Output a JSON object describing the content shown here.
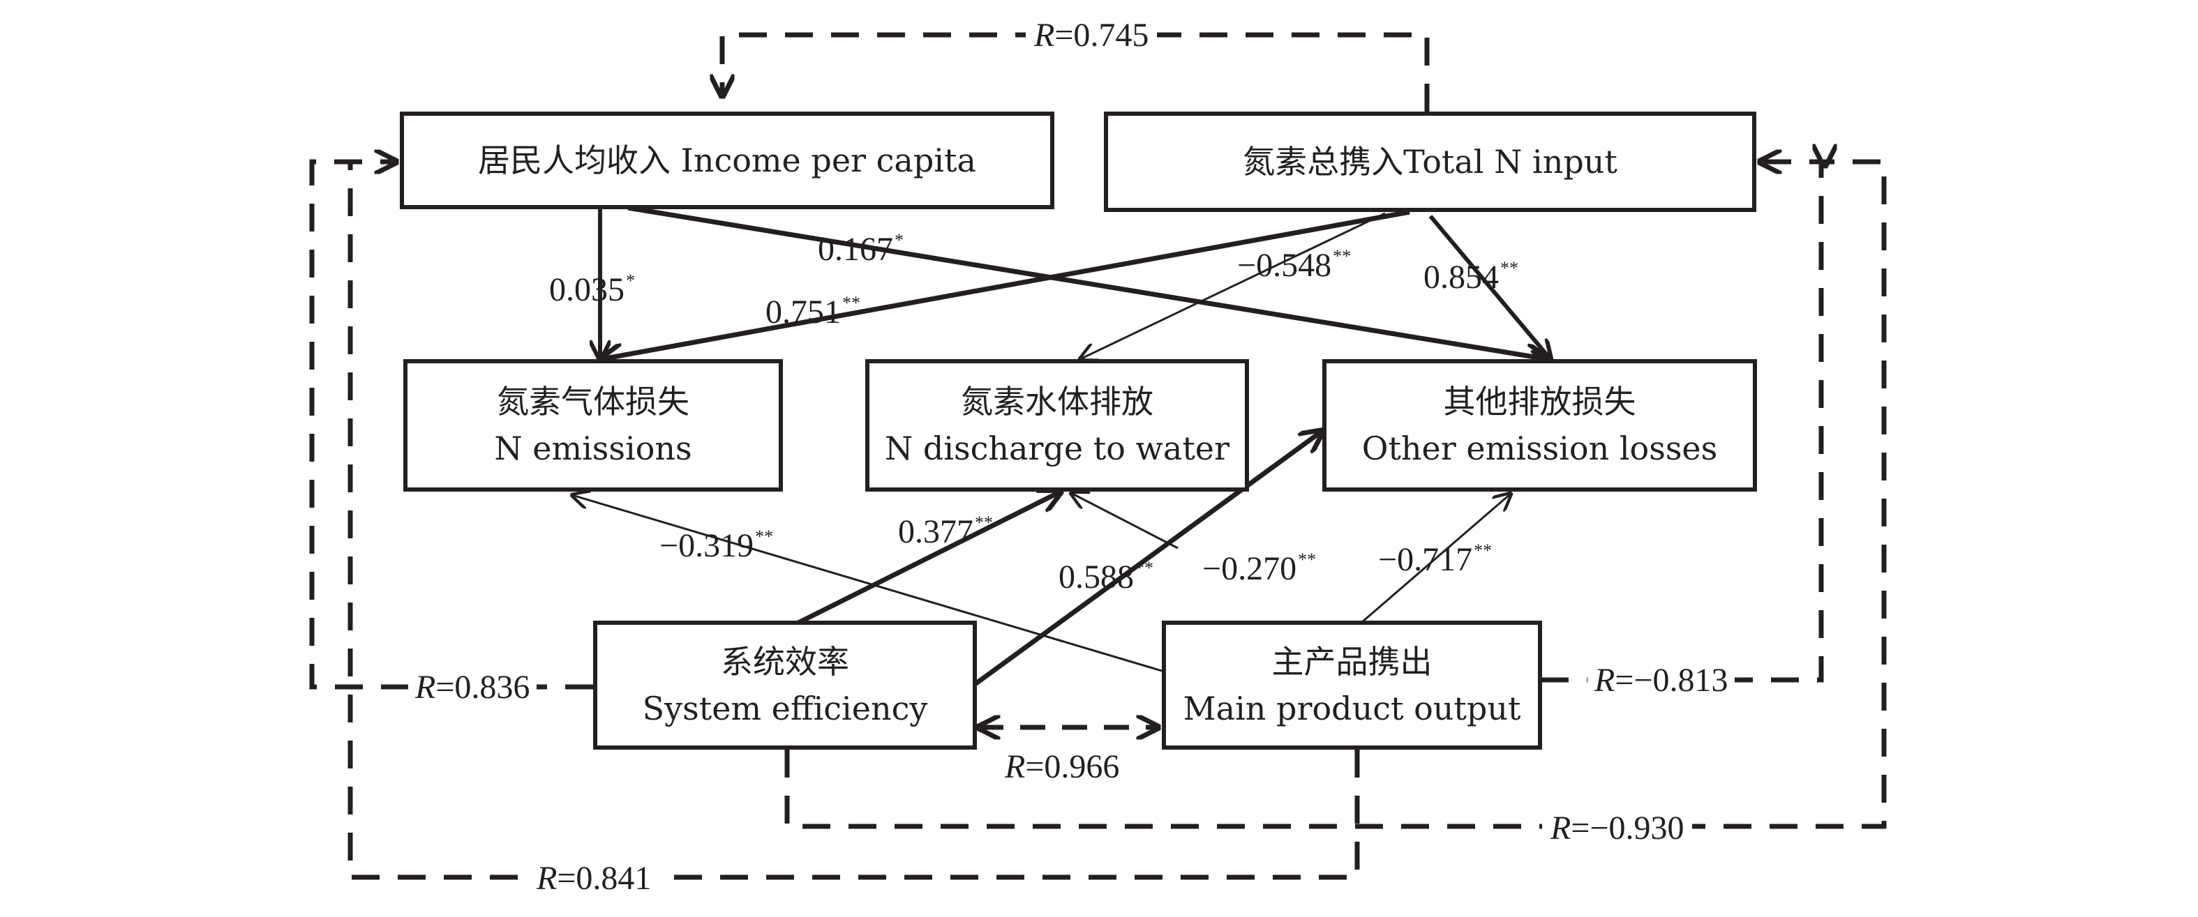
{
  "colors": {
    "ink": "#231f20",
    "background": "#ffffff"
  },
  "nodes": {
    "income": {
      "label": "居民人均收入 Income per capita"
    },
    "total_n": {
      "label": "氮素总携入Total N input"
    },
    "n_emissions": {
      "zh": "氮素气体损失",
      "en": "N emissions"
    },
    "n_water": {
      "zh": "氮素水体排放",
      "en": "N discharge to water"
    },
    "other_loss": {
      "zh": "其他排放损失",
      "en": "Other emission losses"
    },
    "system_eff": {
      "zh": "系统效率",
      "en": "System efficiency"
    },
    "main_output": {
      "zh": "主产品携出",
      "en": "Main product output"
    }
  },
  "paths": [
    {
      "id": "income_emissions",
      "value": "0.035",
      "sig": "*"
    },
    {
      "id": "income_other",
      "value": "0.167",
      "sig": "*"
    },
    {
      "id": "totaln_emissions",
      "value": "0.751",
      "sig": "**"
    },
    {
      "id": "totaln_water",
      "value": "−0.548",
      "sig": "**"
    },
    {
      "id": "totaln_other",
      "value": "0.854",
      "sig": "**"
    },
    {
      "id": "output_emissions",
      "value": "−0.319",
      "sig": "**"
    },
    {
      "id": "eff_water",
      "value": "0.377",
      "sig": "**"
    },
    {
      "id": "eff_other",
      "value": "0.588",
      "sig": "**"
    },
    {
      "id": "output_water",
      "value": "−0.270",
      "sig": "**"
    },
    {
      "id": "output_other",
      "value": "−0.717",
      "sig": "**"
    }
  ],
  "correlations": [
    {
      "id": "totaln_income",
      "symbol": "R",
      "value": "=0.745"
    },
    {
      "id": "eff_income",
      "symbol": "R",
      "value": "=0.836"
    },
    {
      "id": "output_totaln",
      "symbol": "R",
      "value": "=−0.813"
    },
    {
      "id": "eff_output",
      "symbol": "R",
      "value": "=0.966"
    },
    {
      "id": "eff_totaln",
      "symbol": "R",
      "value": "=−0.930"
    },
    {
      "id": "output_income",
      "symbol": "R",
      "value": "=0.841"
    }
  ]
}
